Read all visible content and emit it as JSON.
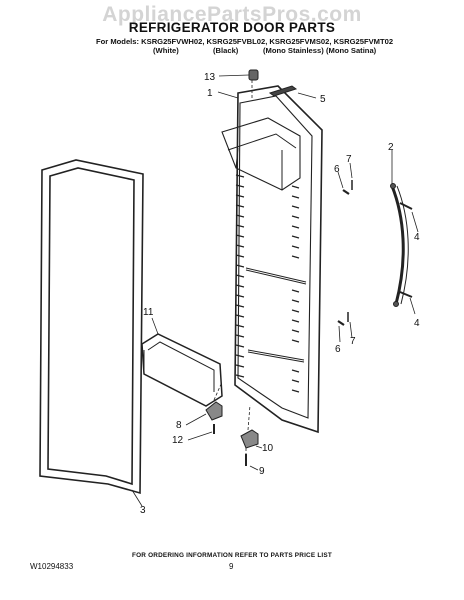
{
  "watermark": "AppliancePartsPros.com",
  "header": {
    "title": "REFRIGERATOR DOOR PARTS",
    "models": "For Models: KSRG25FVWH02, KSRG25FVBL02, KSRG25FVMS02, KSRG25FVMT02",
    "colors": [
      "(White)",
      "(Black)",
      "(Mono Stainless)",
      "(Mono Satina)"
    ]
  },
  "callouts": [
    "13",
    "1",
    "5",
    "2",
    "7",
    "6",
    "4",
    "11",
    "4",
    "6",
    "7",
    "8",
    "12",
    "10",
    "9",
    "3"
  ],
  "footer": {
    "ordering_note": "FOR ORDERING INFORMATION REFER TO PARTS PRICE LIST",
    "doc_number": "W10294833",
    "page_number": "9"
  }
}
